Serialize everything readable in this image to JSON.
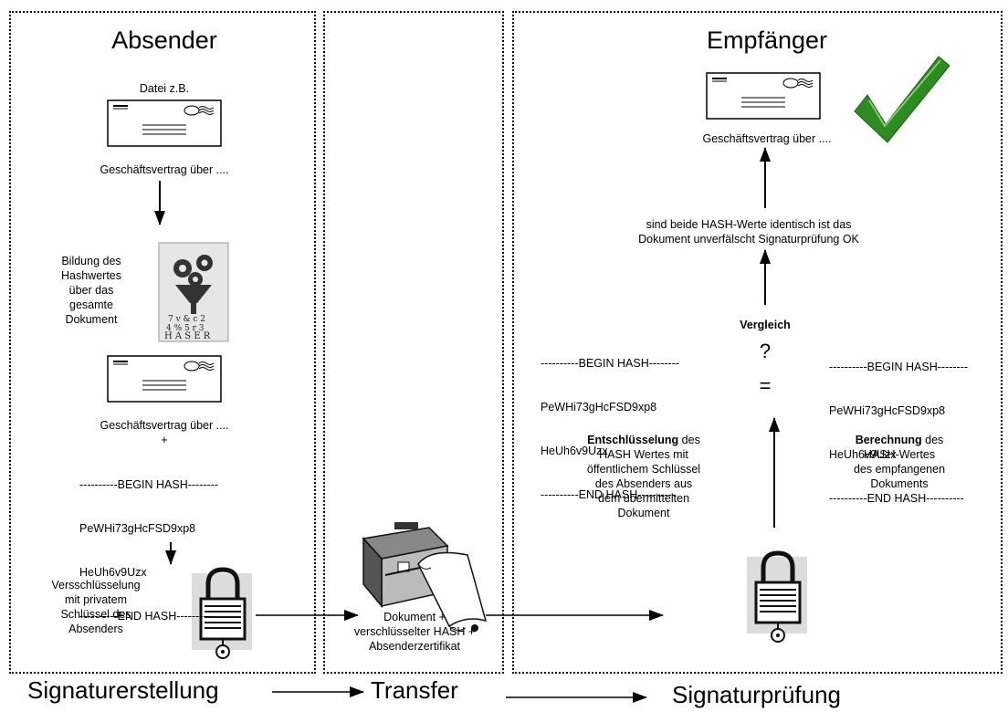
{
  "columns": {
    "sender_title": "Absender",
    "receiver_title": "Empfänger"
  },
  "sender": {
    "file_caption": "Datei z.B.",
    "document_label_1": "Geschäftsvertrag über ....",
    "hash_step_label": [
      "Bildung des",
      "Hashwertes",
      "über das",
      "gesamte",
      "Dokument"
    ],
    "document_label_2": "Geschäftsvertrag über ....",
    "plus": "+",
    "hash_block": [
      "----------BEGIN HASH--------",
      "PeWHi73gHcFSD9xp8",
      "HeUh6v9Uzx",
      "----------END HASH----------"
    ],
    "encrypt_label": [
      "Versschlüsselung",
      "mit privatem",
      "Schlüssel des",
      "Absenders"
    ]
  },
  "transfer": {
    "package_label": [
      "Dokument +",
      "verschlüsselter HASH +",
      "Absenderzertifikat"
    ]
  },
  "receiver": {
    "document_label": "Geschäftsvertrag über ....",
    "result_text": [
      "sind beide HASH-Werte identisch ist das",
      "Dokument unverfälscht  Signaturprüfung OK"
    ],
    "left_hash_block": [
      "----------BEGIN HASH--------",
      "PeWHi73gHcFSD9xp8",
      "HeUh6v9Uzx",
      "----------END HASH----------"
    ],
    "right_hash_block": [
      "----------BEGIN HASH--------",
      "PeWHi73gHcFSD9xp8",
      "HeUh6v9Uzx",
      "----------END HASH----------"
    ],
    "compare_label": "Vergleich",
    "question_mark": "?",
    "equals_sign": "=",
    "decrypt_bold": "Entschlüsselung",
    "decrypt_rest_1": " des",
    "decrypt_lines": [
      "HASH Wertes mit",
      "öffentlichem Schlüssel",
      "des Absenders aus",
      "dem übermittelten",
      "Dokument"
    ],
    "compute_bold": "Berechnung",
    "compute_rest_1": " des",
    "compute_lines": [
      "HASH-Wertes",
      "des empfangenen",
      "Dokuments"
    ]
  },
  "footer": {
    "phase_1": "Signaturerstellung",
    "phase_2": "Transfer",
    "phase_3": "Signaturprüfung"
  },
  "colors": {
    "checkmark": "#2e8b22",
    "checkmark_light": "#7fd06a",
    "lines": "#000000"
  }
}
